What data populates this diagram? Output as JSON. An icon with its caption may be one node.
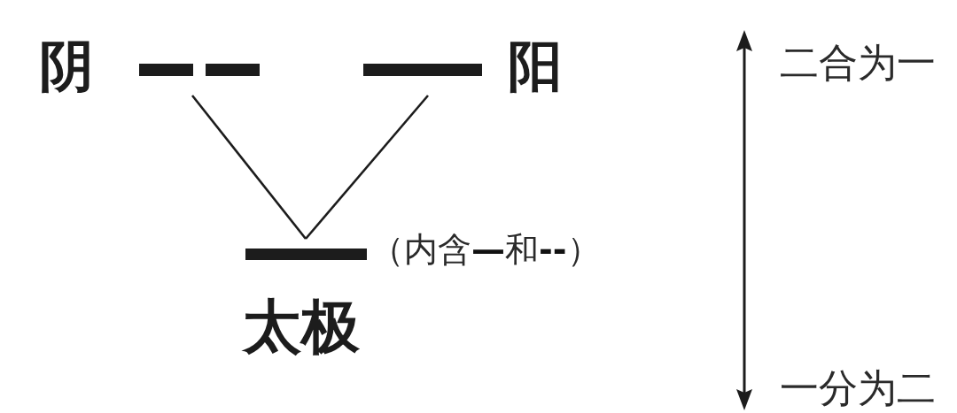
{
  "diagram": {
    "nodes": [
      {
        "text": [
          "阴"
        ]
      },
      {
        "text": [
          "阳"
        ]
      },
      {
        "text": [
          "太极"
        ],
        "beside": [
          "（内含**—**和**--**）"
        ]
      }
    ],
    "edges": [
      {
        "from": 0,
        "to": 2,
        "arrow": "none"
      },
      {
        "from": 1,
        "to": 2,
        "arrow": "none"
      }
    ],
    "labels": [
      "二合为一",
      "一分为二"
    ]
  }
}
